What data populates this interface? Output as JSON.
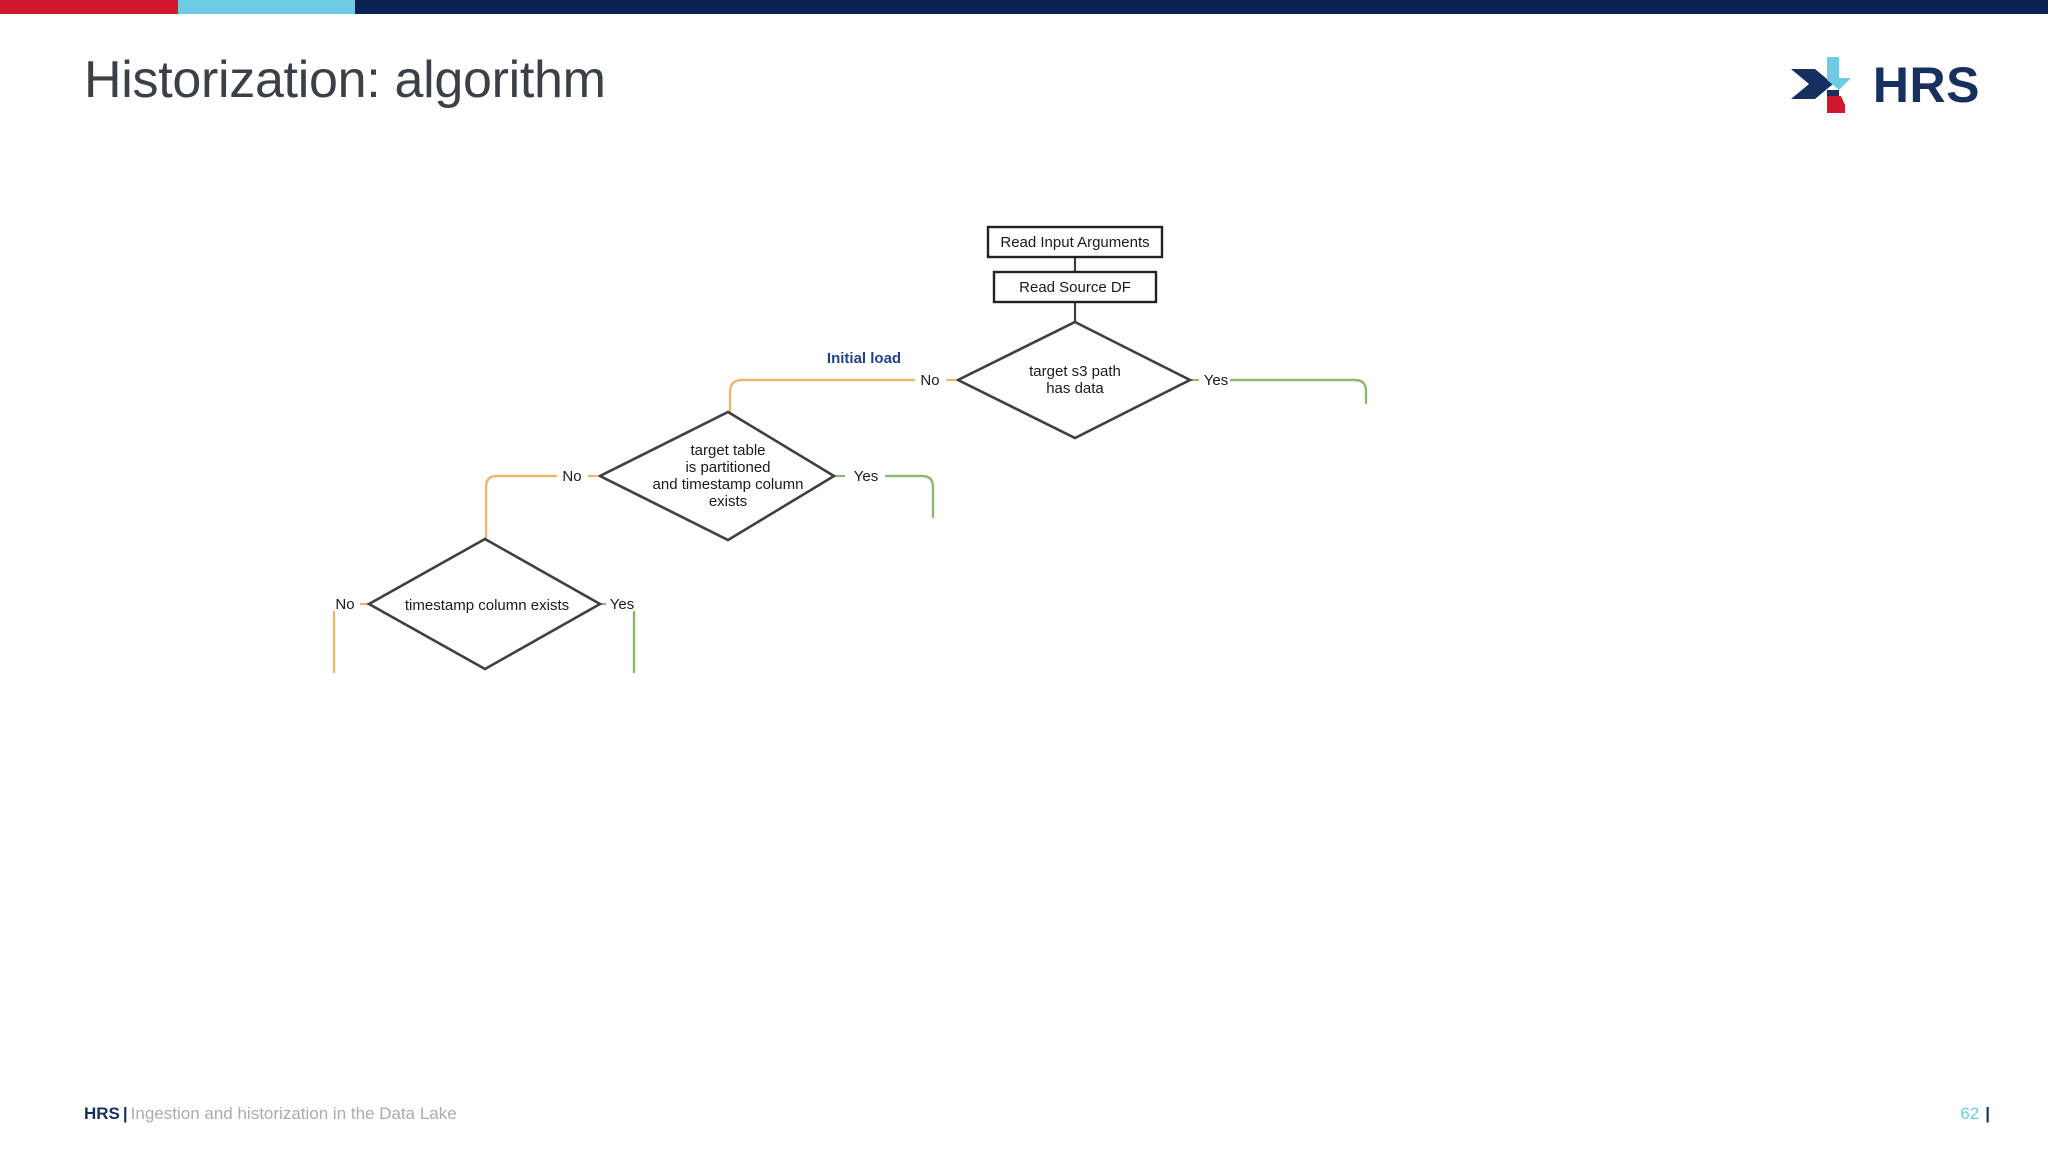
{
  "slide": {
    "title": "Historization: algorithm",
    "accent_colors": {
      "red": "#d2182c",
      "cyan": "#6dcbe4",
      "navy": "#0a2151",
      "title_gray": "#3b3f46",
      "edge_no": "#e8b873",
      "edge_yes": "#8cb96f",
      "shape_stroke": "#3f3f3f",
      "note_blue": "#20428a"
    }
  },
  "logo": {
    "wordmark": "HRS",
    "mark_name": "hrs-arrow-mark"
  },
  "flowchart": {
    "type": "flowchart",
    "nodes": [
      {
        "id": "read_input",
        "shape": "process",
        "label": "Read Input Arguments"
      },
      {
        "id": "read_source",
        "shape": "process",
        "label": "Read Source DF"
      },
      {
        "id": "s3_has_data",
        "shape": "decision",
        "lines": [
          "target s3 path",
          "has data"
        ]
      },
      {
        "id": "partitioned",
        "shape": "decision",
        "lines": [
          "target table",
          "is partitioned",
          "and timestamp column",
          "exists"
        ]
      },
      {
        "id": "ts_exists",
        "shape": "decision",
        "lines": [
          "timestamp column exists"
        ]
      }
    ],
    "edges": [
      {
        "from": "read_input",
        "to": "read_source",
        "label": "",
        "color": "#3f3f3f"
      },
      {
        "from": "read_source",
        "to": "s3_has_data",
        "label": "",
        "color": "#3f3f3f"
      },
      {
        "from": "s3_has_data",
        "to": "partitioned",
        "label": "No",
        "color": "#e8b873"
      },
      {
        "from": "s3_has_data",
        "to": "",
        "label": "Yes",
        "color": "#8cb96f"
      },
      {
        "from": "partitioned",
        "to": "ts_exists",
        "label": "No",
        "color": "#e8b873"
      },
      {
        "from": "partitioned",
        "to": "",
        "label": "Yes",
        "color": "#8cb96f"
      },
      {
        "from": "ts_exists",
        "to": "",
        "label": "No",
        "color": "#e8b873"
      },
      {
        "from": "ts_exists",
        "to": "",
        "label": "Yes",
        "color": "#8cb96f"
      }
    ],
    "annotations": [
      {
        "id": "initial_load",
        "text": "Initial load",
        "color": "#20428a"
      }
    ],
    "branch_labels": {
      "no": "No",
      "yes": "Yes"
    }
  },
  "footer": {
    "brand": "HRS",
    "separator": "|",
    "text": "Ingestion and historization in the Data Lake",
    "page": "62",
    "page_bar": "|"
  }
}
